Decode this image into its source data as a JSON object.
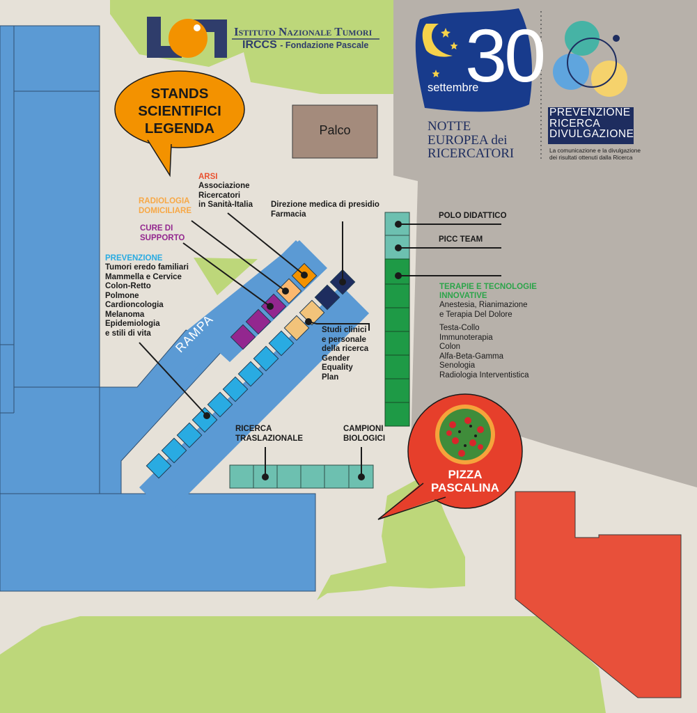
{
  "logo": {
    "title_line1": "Istituto Nazionale Tumori",
    "title_line2": "IRCCS",
    "title_line2b": "- Fondazione Pascale"
  },
  "event": {
    "number": "30",
    "date_label": "settembre",
    "night_lines": [
      "NOTTE",
      "EUROPEA dei",
      "RICERCATORI"
    ]
  },
  "theme": {
    "lines": [
      "PREVENZIONE",
      "RICERCA",
      "DIVULGAZIONE"
    ],
    "caption_lines": [
      "La comunicazione e la divulgazione",
      "dei risultati ottenuti dalla Ricerca"
    ]
  },
  "legend_bubble": {
    "lines": [
      "STANDS",
      "SCIENTIFICI",
      "LEGENDA"
    ]
  },
  "stage_label": "Palco",
  "ramp_label": "RAMPA",
  "pizza_bubble": {
    "lines": [
      "PIZZA",
      "PASCALINA"
    ]
  },
  "stands": {
    "arsi": {
      "title": "ARSI",
      "lines": [
        "Associazione",
        "Ricercatori",
        "in Sanità-Italia"
      ]
    },
    "radiologia": {
      "lines": [
        "RADIOLOGIA",
        "DOMICILIARE"
      ]
    },
    "cure": {
      "lines": [
        "CURE DI",
        "SUPPORTO"
      ]
    },
    "prevenzione": {
      "title": "PREVENZIONE",
      "lines": [
        "Tumori eredo familiari",
        "Mammella e Cervice",
        "Colon-Retto",
        "Polmone",
        "Cardioncologia",
        "Melanoma",
        "Epidemiologia",
        "e stili di vita"
      ]
    },
    "direzione": {
      "lines": [
        "Direzione medica di presidio",
        "Farmacia"
      ]
    },
    "studi": {
      "lines": [
        "Studi clinici",
        "e personale",
        "della ricerca",
        "Gender",
        "Equality",
        "Plan"
      ]
    },
    "polo": {
      "label": "POLO DIDATTICO"
    },
    "picc": {
      "label": "PICC TEAM"
    },
    "terapie": {
      "title_lines": [
        "TERAPIE E TECNOLOGIE",
        "INNOVATIVE"
      ],
      "lines_a": [
        "Anestesia, Rianimazione",
        "e Terapia Del Dolore"
      ],
      "lines_b": [
        "Testa-Collo",
        "Immunoterapia",
        "Colon",
        "Alfa-Beta-Gamma",
        "Senologia",
        "Radiologia Interventistica"
      ]
    },
    "ricerca": {
      "lines": [
        "RICERCA",
        "TRASLAZIONALE"
      ]
    },
    "campioni": {
      "lines": [
        "CAMPIONI",
        "BIOLOGICI"
      ]
    }
  },
  "colors": {
    "ground": "#e6e1d8",
    "lawn": "#bdd77a",
    "building": "#5b9ad4",
    "grey_zone": "#b7b1aa",
    "stage": "#a48b7c",
    "red_building": "#e8503a",
    "orange": "#f39200",
    "light_orange": "#fbb86f",
    "purple": "#93278f",
    "navy": "#1e2d5f",
    "tan": "#f2c37a",
    "cyan": "#29abe2",
    "teal_light": "#6dc0b0",
    "green": "#1e9a46",
    "pizza_red": "#e63f2b",
    "arsi_red": "#e9512f",
    "prevenzione_blue": "#29abe2",
    "terapie_green": "#2ca44a"
  }
}
